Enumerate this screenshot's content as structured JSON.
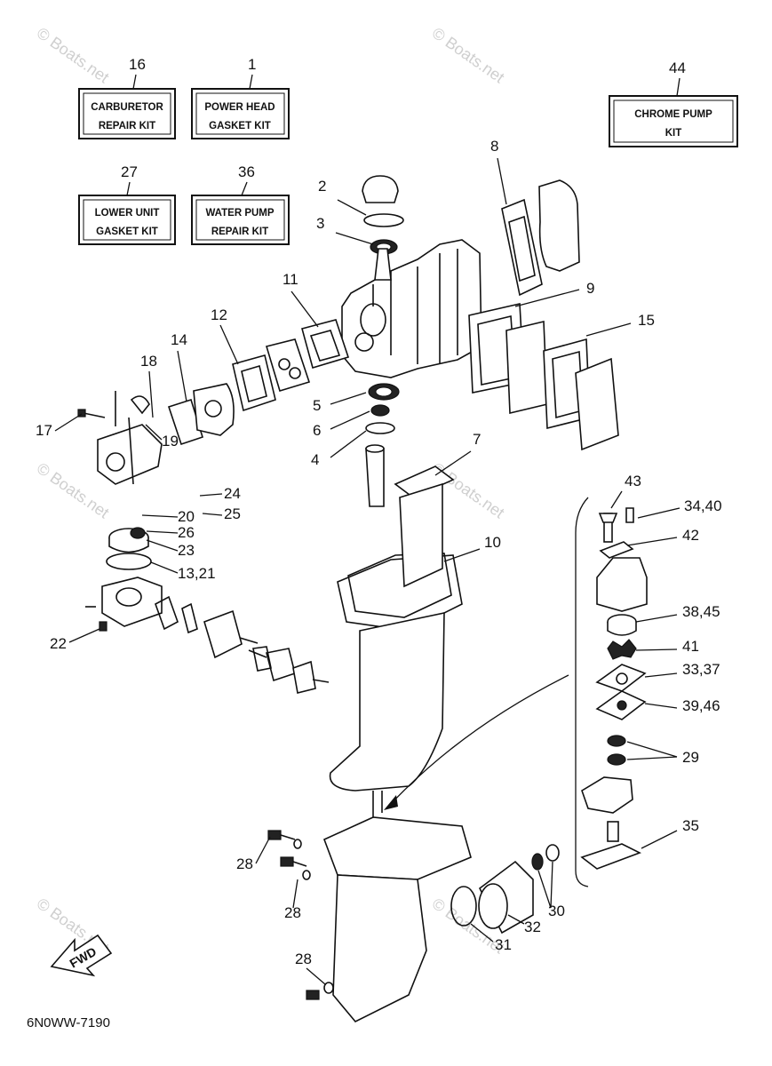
{
  "kits": [
    {
      "num": "16",
      "line1": "CARBURETOR",
      "line2": "REPAIR KIT"
    },
    {
      "num": "1",
      "line1": "POWER HEAD",
      "line2": "GASKET KIT"
    },
    {
      "num": "44",
      "line1": "CHROME PUMP",
      "line2": "KIT"
    },
    {
      "num": "27",
      "line1": "LOWER UNIT",
      "line2": "GASKET KIT"
    },
    {
      "num": "36",
      "line1": "WATER PUMP",
      "line2": "REPAIR KIT"
    }
  ],
  "callouts": [
    "2",
    "3",
    "8",
    "11",
    "9",
    "12",
    "15",
    "14",
    "18",
    "5",
    "6",
    "17",
    "19",
    "4",
    "7",
    "24",
    "25",
    "20",
    "26",
    "23",
    "13,21",
    "10",
    "43",
    "34,40",
    "42",
    "22",
    "38,45",
    "41",
    "33,37",
    "39,46",
    "29",
    "35",
    "28",
    "28",
    "30",
    "32",
    "31",
    "28"
  ],
  "watermark": "© Boats.net",
  "fwd_label": "FWD",
  "diagram_code": "6N0WW-7190",
  "colors": {
    "ink": "#111111",
    "watermark": "#cfcfcf",
    "background": "#ffffff"
  }
}
